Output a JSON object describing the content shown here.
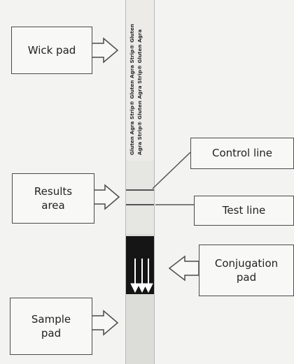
{
  "diagram": {
    "strip_text_line1": "Gluten Agra Strip® Gluten Agra Strip® Gluten",
    "strip_text_line2": "Agra Strip® Gluten Agra Strip® Gluten Agra",
    "labels": {
      "wick_pad": "Wick pad",
      "results_area_line1": "Results",
      "results_area_line2": "area",
      "control_line": "Control line",
      "test_line": "Test line",
      "conjugation_pad_line1": "Conjugation",
      "conjugation_pad_line2": "pad",
      "sample_pad_line1": "Sample",
      "sample_pad_line2": "pad"
    },
    "colors": {
      "background": "#f3f3f1",
      "box_border": "#4a4a4a",
      "strip": "#dcdcda",
      "conjugation_block": "#151515"
    }
  }
}
